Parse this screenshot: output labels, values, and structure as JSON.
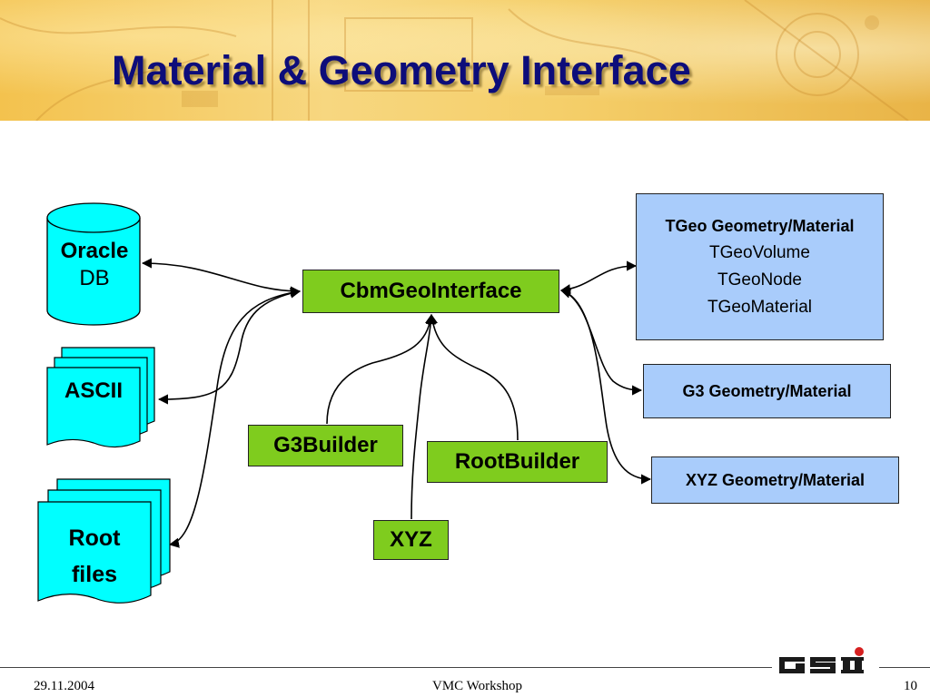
{
  "slide": {
    "title": "Material & Geometry Interface"
  },
  "sources": {
    "oracle_line1": "Oracle",
    "oracle_line2": "DB",
    "ascii": "ASCII",
    "root_line1": "Root",
    "root_line2": "files"
  },
  "center": {
    "interface": "CbmGeoInterface",
    "g3builder": "G3Builder",
    "rootbuilder": "RootBuilder",
    "xyz": "XYZ"
  },
  "outputs": {
    "tgeo_heading": "TGeo Geometry/Material",
    "tgeo_items": [
      "TGeoVolume",
      "TGeoNode",
      "TGeoMaterial"
    ],
    "g3": "G3 Geometry/Material",
    "xyz": "XYZ Geometry/Material"
  },
  "footer": {
    "date": "29.11.2004",
    "event": "VMC Workshop",
    "page": "10",
    "logo": "GSI"
  },
  "colors": {
    "title": "#0d0d7a",
    "green_box": "#7fcc1e",
    "blue_box": "#a9ccfb",
    "cyan_shape": "#00ffff"
  }
}
